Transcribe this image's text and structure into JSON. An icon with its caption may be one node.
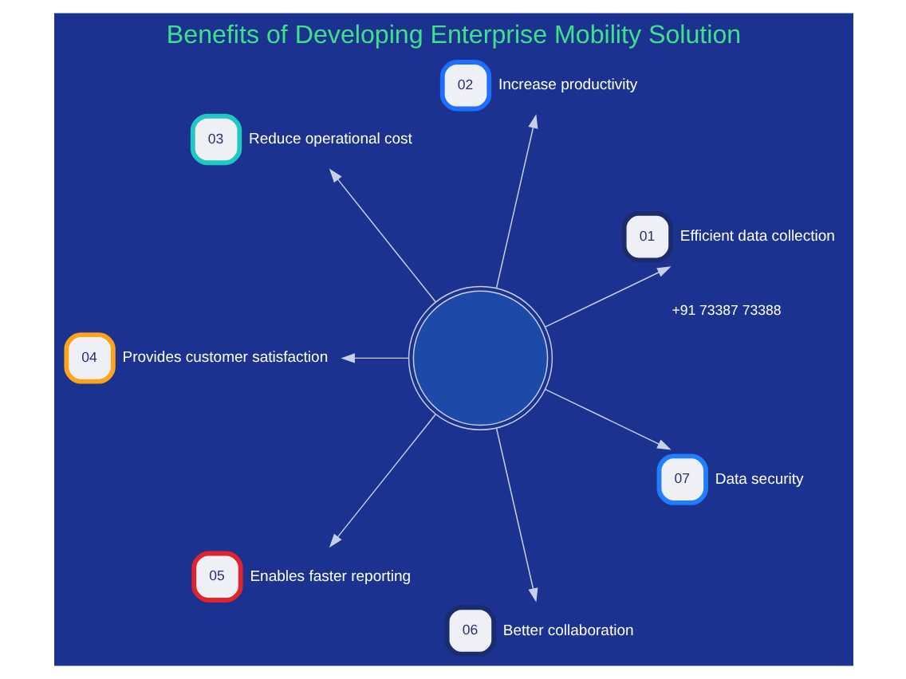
{
  "diagram": {
    "title": "Benefits of Developing Enterprise Mobility Solution",
    "nodes": [
      {
        "text": [],
        "shape": "picture"
      },
      {
        "text": [
          "01"
        ],
        "beside": [
          "Efficient data collection"
        ]
      },
      {
        "text": [
          "02"
        ],
        "beside": [
          "Increase productivity"
        ]
      },
      {
        "text": [
          "03"
        ],
        "beside": [
          "Reduce operational cost"
        ]
      },
      {
        "text": [
          "04"
        ],
        "beside": [
          "Provides customer satisfaction"
        ]
      },
      {
        "text": [
          "05"
        ],
        "beside": [
          "Enables faster reporting"
        ]
      },
      {
        "text": [
          "06"
        ],
        "beside": [
          "Better collaboration"
        ]
      },
      {
        "text": [
          "07"
        ],
        "beside": [
          "Data security"
        ]
      }
    ],
    "edges": [
      {
        "from": 0,
        "to": 1,
        "arrow": "to"
      },
      {
        "from": 0,
        "to": 2,
        "arrow": "to"
      },
      {
        "from": 0,
        "to": 3,
        "arrow": "to"
      },
      {
        "from": 0,
        "to": 4,
        "arrow": "to"
      },
      {
        "from": 0,
        "to": 5,
        "arrow": "to"
      },
      {
        "from": 0,
        "to": 6,
        "arrow": "to"
      },
      {
        "from": 0,
        "to": 7,
        "arrow": "to"
      }
    ],
    "labels": [
      "+91 73387 73388"
    ]
  }
}
